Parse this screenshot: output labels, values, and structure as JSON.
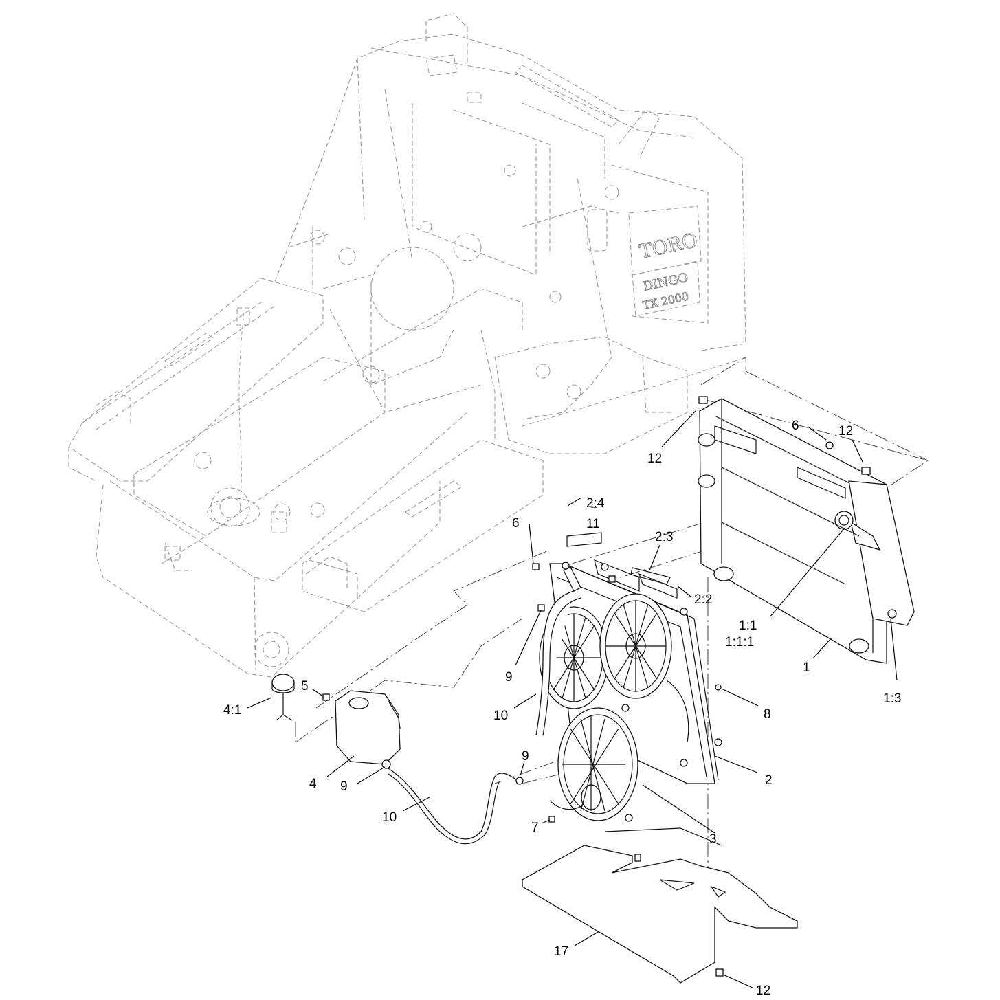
{
  "machine_decals": {
    "brand": "TORO",
    "model": "DINGO",
    "series": "TX 2000"
  },
  "callouts": [
    {
      "id": "c-12-top",
      "text": "12"
    },
    {
      "id": "c-6-right",
      "text": "6"
    },
    {
      "id": "c-12-right",
      "text": "12"
    },
    {
      "id": "c-2-4",
      "text": "2:4"
    },
    {
      "id": "c-11",
      "text": "11"
    },
    {
      "id": "c-6-left",
      "text": "6"
    },
    {
      "id": "c-2-3",
      "text": "2:3"
    },
    {
      "id": "c-2-2",
      "text": "2:2"
    },
    {
      "id": "c-1-1",
      "text": "1:1"
    },
    {
      "id": "c-1-1-1",
      "text": "1:1:1"
    },
    {
      "id": "c-1",
      "text": "1"
    },
    {
      "id": "c-1-3",
      "text": "1:3"
    },
    {
      "id": "c-9-upper",
      "text": "9"
    },
    {
      "id": "c-10-upper",
      "text": "10"
    },
    {
      "id": "c-8",
      "text": "8"
    },
    {
      "id": "c-2",
      "text": "2"
    },
    {
      "id": "c-4-1",
      "text": "4:1"
    },
    {
      "id": "c-5",
      "text": "5"
    },
    {
      "id": "c-4",
      "text": "4"
    },
    {
      "id": "c-9-lower",
      "text": "9"
    },
    {
      "id": "c-9-hose",
      "text": "9"
    },
    {
      "id": "c-10-lower",
      "text": "10"
    },
    {
      "id": "c-7",
      "text": "7"
    },
    {
      "id": "c-3",
      "text": "3"
    },
    {
      "id": "c-17",
      "text": "17"
    },
    {
      "id": "c-12-bottom",
      "text": "12"
    }
  ]
}
